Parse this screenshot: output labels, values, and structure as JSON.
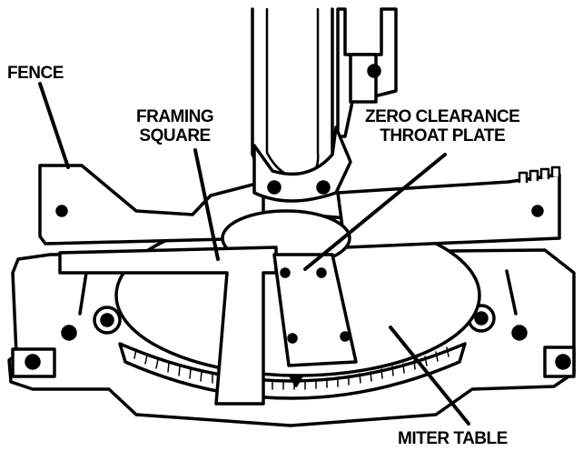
{
  "labels": {
    "fence": "FENCE",
    "framing_square": [
      "FRAMING",
      "SQUARE"
    ],
    "throat_plate": [
      "ZERO CLEARANCE",
      "THROAT PLATE"
    ],
    "miter_table": "MITER TABLE"
  },
  "colors": {
    "ink": "#000000",
    "paper": "#ffffff"
  }
}
